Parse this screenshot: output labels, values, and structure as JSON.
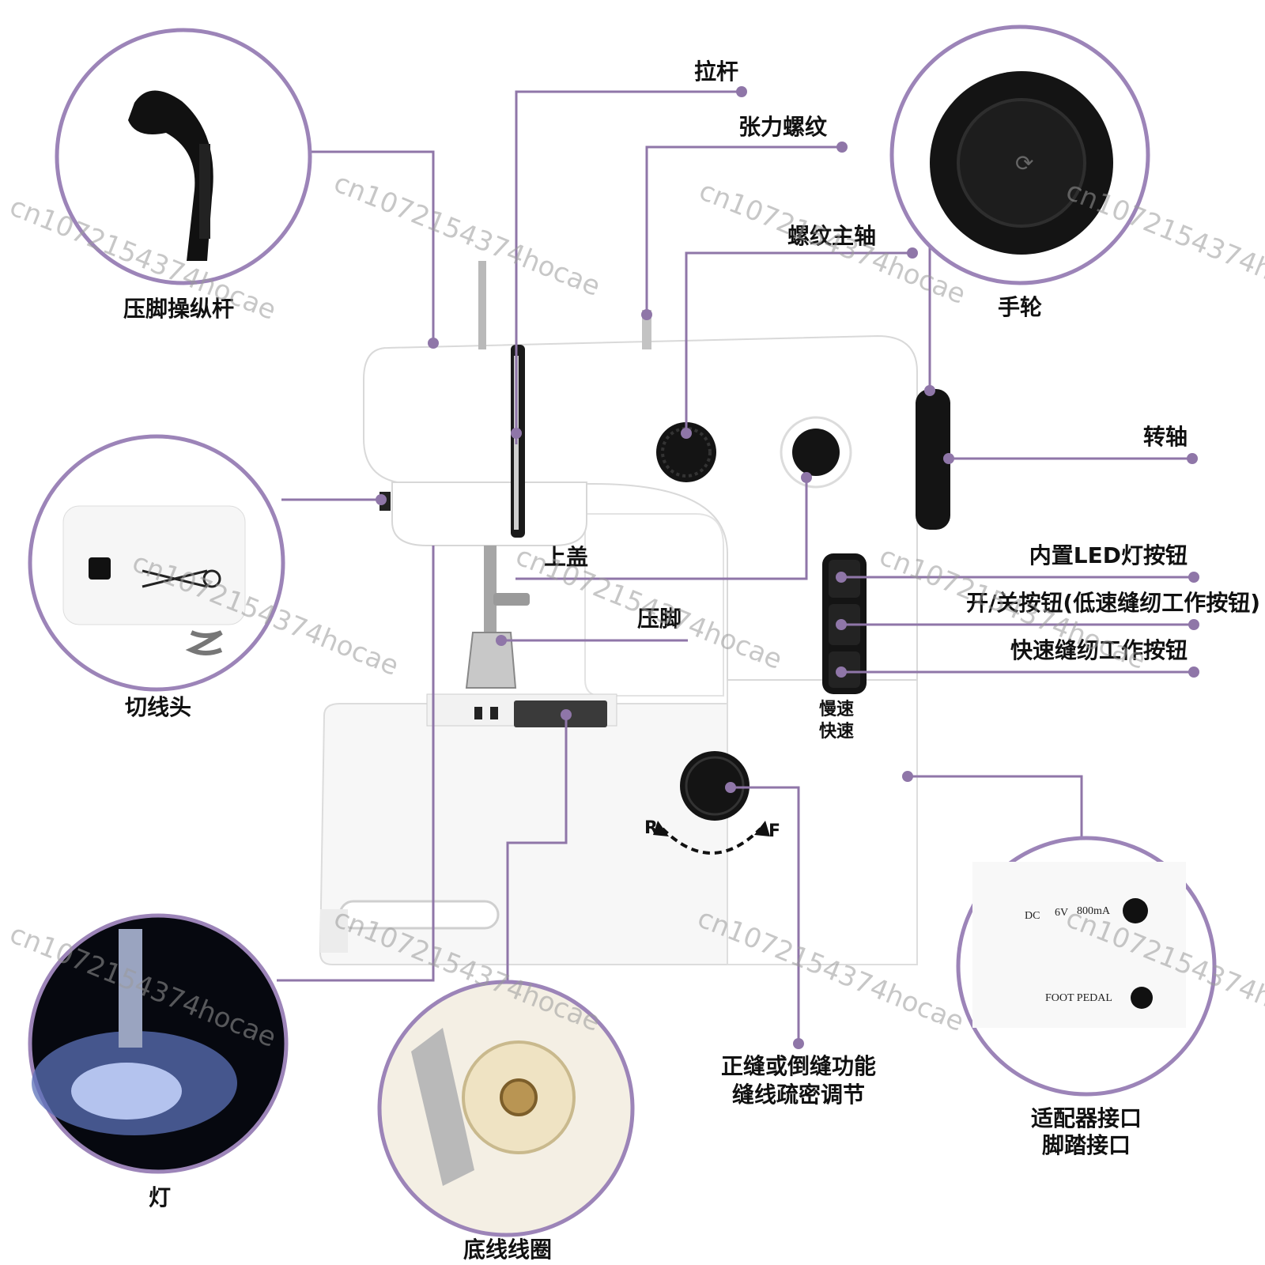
{
  "colors": {
    "leader": "#8f76a8",
    "ring": "#9c84b8",
    "machine_body": "#ffffff",
    "knob": "#111111"
  },
  "labels": {
    "pressure_foot_lever": "压脚操纵杆",
    "pull_rod": "拉杆",
    "tension_thread": "张力螺纹",
    "thread_spindle": "螺纹主轴",
    "handwheel": "手轮",
    "shaft": "转轴",
    "led_button": "内置LED灯按钮",
    "power_button": "开/关按钮(低速缝纫工作按钮)",
    "fast_button": "快速缝纫工作按钮",
    "slow_speed": "慢速",
    "fast_speed": "快速",
    "thread_cutter": "切线头",
    "top_cover": "上盖",
    "presser_foot": "压脚",
    "stitch_line1": "正缝或倒缝功能",
    "stitch_line2": "缝线疏密调节",
    "adapter_port": "适配器接口",
    "pedal_port": "脚踏接口",
    "lamp": "灯",
    "bobbin": "底线线圈"
  },
  "panel": {
    "dc": "DC",
    "voltage": "6V",
    "current": "800mA",
    "foot_pedal": "FOOT PEDAL"
  },
  "dial": {
    "reverse": "R",
    "forward": "F"
  },
  "watermark": "cn1072154374hocae"
}
